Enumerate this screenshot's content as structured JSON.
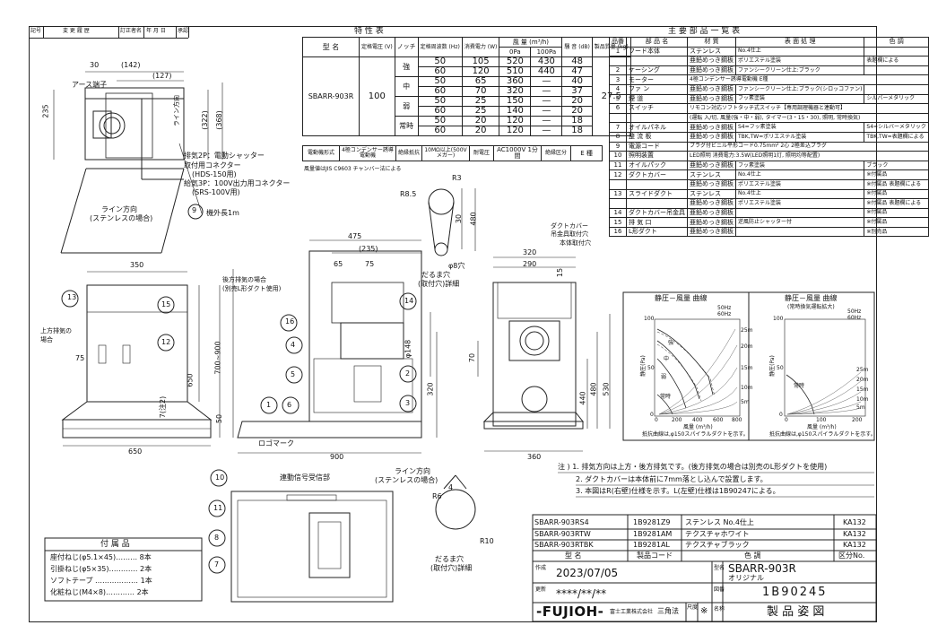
{
  "revision_header": {
    "symbol": "記号",
    "content": "変 更 履 歴",
    "person": "訂正者名",
    "date": "年 月 日",
    "approve": "承認"
  },
  "spec": {
    "title": "特  性  表",
    "h_model": "型  名",
    "h_voltage": "定格電圧\n(V)",
    "h_notch": "ノッチ",
    "h_freq": "定格周波数\n(Hz)",
    "h_power": "消費電力\n(W)",
    "h_airflow": "風 量 (m³/h)",
    "h_0pa": "0Pa",
    "h_100pa": "100Pa",
    "h_noise": "騒 音\n(dB)",
    "h_mass": "製品質量\n(kg)",
    "model": "SBARR-903R",
    "voltage": "100",
    "mass": "27.5",
    "rows": [
      {
        "notch": "強",
        "freq": "50",
        "power": "105",
        "p0": "520",
        "p100": "430",
        "db": "48"
      },
      {
        "notch": "",
        "freq": "60",
        "power": "120",
        "p0": "510",
        "p100": "440",
        "db": "47"
      },
      {
        "notch": "中",
        "freq": "50",
        "power": "65",
        "p0": "360",
        "p100": "—",
        "db": "40"
      },
      {
        "notch": "",
        "freq": "60",
        "power": "70",
        "p0": "320",
        "p100": "—",
        "db": "37"
      },
      {
        "notch": "弱",
        "freq": "50",
        "power": "25",
        "p0": "150",
        "p100": "—",
        "db": "20"
      },
      {
        "notch": "",
        "freq": "60",
        "power": "25",
        "p0": "140",
        "p100": "—",
        "db": "20"
      },
      {
        "notch": "常時",
        "freq": "50",
        "power": "20",
        "p0": "120",
        "p100": "—",
        "db": "18"
      },
      {
        "notch": "",
        "freq": "60",
        "power": "20",
        "p0": "120",
        "p100": "—",
        "db": "18"
      }
    ],
    "motor_label": "電動機形式",
    "motor_value": "4極コンデンサー誘導電動機",
    "insulation_label": "絶縁抵抗",
    "insulation_value": "10MΩ以上(500Vメガー)",
    "withstand_label": "耐電圧",
    "withstand_value": "AC1000V 1分間",
    "class_label": "絶縁区分",
    "class_value": "E 種",
    "note": "風量値はJIS C9603 チャンバー法による"
  },
  "parts": {
    "title": "主  要  部  品  一  覧  表",
    "h_no": "品番",
    "h_name": "部 品 名",
    "h_material": "材   質",
    "h_finish": "表 面 処 理",
    "h_color": "色   調",
    "rows": [
      {
        "no": "1",
        "name": "フード本体",
        "material": "ステンレス",
        "finish": "No.4仕上",
        "color": ""
      },
      {
        "no": "",
        "name": "",
        "material": "亜鉛めっき鋼板",
        "finish": "ポリエステル塗装",
        "color": "表題欄による"
      },
      {
        "no": "2",
        "name": "ケーシング",
        "material": "亜鉛めっき鋼板",
        "finish": "ファンシークリーン仕上:ブラック",
        "color": ""
      },
      {
        "no": "3",
        "name": "モーター",
        "material": "4極コンデンサー誘導電動機  E種",
        "finish": "",
        "color": ""
      },
      {
        "no": "4",
        "name": "ファ ン",
        "material": "亜鉛めっき鋼板",
        "finish": "ファンシークリーン仕上:ブラック(シロッコファン)",
        "color": ""
      },
      {
        "no": "5",
        "name": "煙 道",
        "material": "亜鉛めっき鋼板",
        "finish": "フッ素塗装",
        "color": "シルバーメタリック"
      },
      {
        "no": "6",
        "name": "スイッチ",
        "material": "リモコン対応ソフトタッチ式スイッチ【専用調理機器と連動可】",
        "finish": "",
        "color": ""
      },
      {
        "no": "",
        "name": "",
        "material": "(運転 入/切, 風量(強・中・弱), タイマー(3・15・30), 照明, 常時換気)",
        "finish": "",
        "color": ""
      },
      {
        "no": "7",
        "name": "オイルパネル",
        "material": "亜鉛めっき鋼板",
        "finish": "S4=フッ素塗装",
        "color": "S4=シルバーメタリック"
      },
      {
        "no": "8",
        "name": "整 流 板",
        "material": "亜鉛めっき鋼板",
        "finish": "TBK,TW=ポリエステル塗装",
        "color": "TBK,TW=表題欄による"
      },
      {
        "no": "9",
        "name": "電源コード",
        "material": "プラグ付ビニル平形コード0.75mm² 2心 2極差込プラグ",
        "finish": "",
        "color": ""
      },
      {
        "no": "10",
        "name": "照明装置",
        "material": "LED照明  消費電力:3.5W(LED照明1灯, 照明均等配置)",
        "finish": "",
        "color": ""
      },
      {
        "no": "11",
        "name": "オイルパック",
        "material": "亜鉛めっき鋼板",
        "finish": "フッ素塗装",
        "color": "ブラック"
      },
      {
        "no": "12",
        "name": "ダクトカバー",
        "material": "ステンレス",
        "finish": "No.4仕上",
        "color": "※付属品"
      },
      {
        "no": "",
        "name": "",
        "material": "亜鉛めっき鋼板",
        "finish": "ポリエステル塗装",
        "color": "※付属品 表題欄による"
      },
      {
        "no": "13",
        "name": "スライドダクト",
        "material": "ステンレス",
        "finish": "No.4仕上",
        "color": "※付属品"
      },
      {
        "no": "",
        "name": "",
        "material": "亜鉛めっき鋼板",
        "finish": "ポリエステル塗装",
        "color": "※付属品 表題欄による"
      },
      {
        "no": "14",
        "name": "ダクトカバー吊金具",
        "material": "亜鉛めっき鋼板",
        "finish": "",
        "color": "※付属品"
      },
      {
        "no": "15",
        "name": "排 気 口",
        "material": "亜鉛めっき鋼板",
        "finish": "逆風防止シャッター付",
        "color": "※付属品"
      },
      {
        "no": "16",
        "name": "L形ダクト",
        "material": "亜鉛めっき鋼板",
        "finish": "",
        "color": "※別売品"
      }
    ]
  },
  "curves": {
    "left_title": "静圧－風量 曲線",
    "right_title": "静圧－風量 曲線",
    "right_sub": "(常時換気運転拡大)",
    "legend_50": "50Hz",
    "legend_60": "60Hz",
    "ylabel": "静圧(Pa)",
    "xlabel": "風量 (m³/h)",
    "left_y": [
      "100",
      "50",
      "0"
    ],
    "left_x": [
      "0",
      "200",
      "400",
      "600",
      "800"
    ],
    "right_y": [
      "100",
      "50",
      "0"
    ],
    "right_x": [
      "0",
      "100",
      "200"
    ],
    "left_lengths": [
      "25m",
      "20m",
      "15m",
      "10m",
      "5m"
    ],
    "right_lengths": [
      "25m",
      "20m",
      "15m",
      "10m",
      "5m"
    ],
    "right_mode": "常時",
    "left_modes": [
      "強",
      "中",
      "弱",
      "常時"
    ],
    "foot": "抵抗曲線は,φ150スパイラルダクトを示す。"
  },
  "notes": [
    "注 ) 1. 排気方向は上方・後方排気です。(後方排気の場合は別売のL形ダクトを使用)",
    "2. ダクトカバーは本体前に7mm落とし込んで設置します。",
    "3. 本図はR(右壁)仕様を示す。L(左壁)仕様は1B90247による。"
  ],
  "accessories": {
    "title": "付 属 品",
    "items": [
      "座付ねじ(φ5.1×45)……… 8本",
      "引掛ねじ(φ5×35)………… 2本",
      "ソフトテープ ……………… 1本",
      "化粧ねじ(M4×8)………… 2本"
    ]
  },
  "title_block": {
    "variants": [
      {
        "model": "SBARR-903RS4",
        "code": "1B9281Z9",
        "color": "ステンレス No.4仕上",
        "div": "KA132"
      },
      {
        "model": "SBARR-903RTW",
        "code": "1B9281AM",
        "color": "テクスチャホワイト",
        "div": "KA132"
      },
      {
        "model": "SBARR-903RTBK",
        "code": "1B9281AL",
        "color": "テクスチャブラック",
        "div": "KA132"
      }
    ],
    "h_model": "型   名",
    "h_code": "製品コード",
    "h_color": "色   調",
    "h_div": "区分No.",
    "created_label": "作成",
    "created": "2023/07/05",
    "updated_label": "更新",
    "updated": "****/**/**",
    "model_label": "型名",
    "model": "SBARR-903R",
    "original": "オリジナル",
    "drawing_label": "図番",
    "drawing_no": "1B90245",
    "name_label": "名称",
    "name": "製 品 姿 図",
    "brand": "-FUJIOH-",
    "company": "富士工業株式会社",
    "projection": "三角法",
    "scale_label": "尺度",
    "scale": "※"
  },
  "labels": {
    "earth": "アース端子",
    "exhaust2p": "排気2P：電動シャッター",
    "connector1": "取付用コネクター",
    "connector1b": "(HDS-150用)",
    "power3p": "給気3P：100V出力用コネクター",
    "power3pb": "(SRS-100V用)",
    "cord": "機外長1m",
    "line_dir": "ライン方向",
    "line_dir2": "(ステンレスの場合)",
    "rear_exhaust": "後方排気の場合",
    "rear_exhaust2": "(別売L形ダクト使用)",
    "top_exhaust": "上方排気の",
    "top_exhaust2": "場合",
    "logo_mark": "ロゴマーク",
    "line_dir_b": "ライン方向",
    "line_dir_b2": "(ステンレスの場合)",
    "duct_cover": "ダクトカバー",
    "duct_cover2": "吊金具取付穴",
    "body_hole": "本体取付穴",
    "daruma": "だるま穴",
    "daruma2": "(取付穴)詳細",
    "daruma_b": "だるま穴",
    "daruma_b2": "(取付穴)詳細",
    "signal": "連動信号受信部",
    "phi8": "φ8穴"
  }
}
